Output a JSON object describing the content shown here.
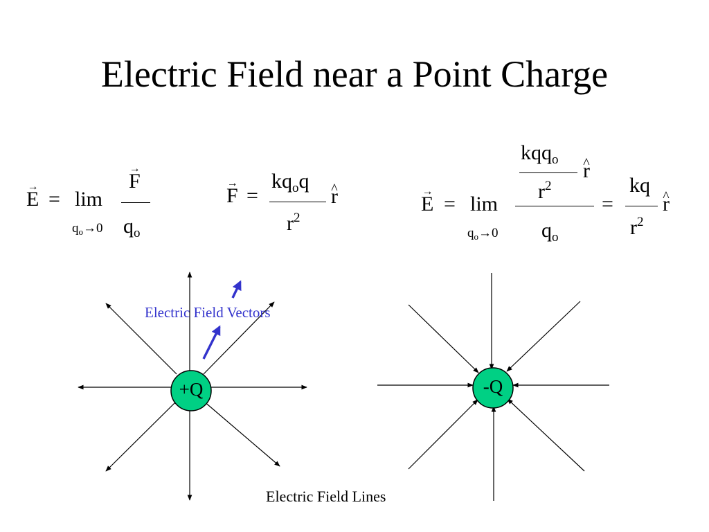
{
  "slide": {
    "title": "Electric Field near a Point Charge"
  },
  "equations": {
    "eq1": {
      "E": "E",
      "equals": "=",
      "lim": "lim",
      "limit_q": "q",
      "limit_o": "o",
      "limit_arrow": "→0",
      "numerator": "F",
      "denom_q": "q",
      "denom_o": "o"
    },
    "eq2": {
      "F": "F",
      "equals": "=",
      "num_kq": "kq",
      "num_o": "o",
      "num_q": "q",
      "den_r": "r",
      "den_exp": "2",
      "rhat": "r"
    },
    "eq3": {
      "E": "E",
      "equals": "=",
      "lim": "lim",
      "limit_q": "q",
      "limit_o": "o",
      "limit_arrow": "→0",
      "inner_num_kqq": "kqq",
      "inner_num_o": "o",
      "inner_den_r": "r",
      "inner_den_exp": "2",
      "inner_rhat": "r",
      "outer_den_q": "q",
      "outer_den_o": "o",
      "equals2": "=",
      "final_num": "kq",
      "final_den_r": "r",
      "final_den_exp": "2",
      "final_rhat": "r"
    }
  },
  "diagram": {
    "positive_charge": {
      "label": "+Q",
      "fill": "#00d084"
    },
    "negative_charge": {
      "label": "-Q",
      "fill": "#00d084"
    },
    "field_vectors_label": "Electric Field Vectors",
    "field_vectors_color": "#3333cc",
    "field_lines_label": "Electric Field Lines"
  }
}
